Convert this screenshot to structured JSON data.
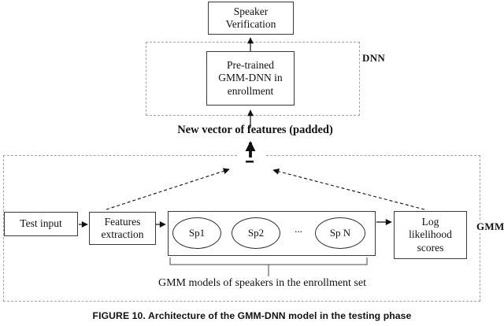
{
  "diagram": {
    "top_box": {
      "lines": [
        "Speaker",
        "Verification"
      ]
    },
    "dnn_group": {
      "label": "DNN",
      "pretrained_box": {
        "lines": [
          "Pre-trained",
          "GMM-DNN in",
          "enrollment"
        ]
      }
    },
    "new_vector_label": "New vector of features (padded)",
    "gmm_group": {
      "label": "GMM",
      "test_input_box": {
        "label": "Test input"
      },
      "features_box": {
        "lines": [
          "Features",
          "extraction"
        ]
      },
      "speakers": {
        "items": [
          "Sp1",
          "Sp2",
          "Sp N"
        ],
        "dots": "...",
        "caption": "GMM models of speakers in the enrollment set"
      },
      "log_box": {
        "lines": [
          "Log",
          "likelihood",
          "scores"
        ]
      }
    },
    "caption": "FIGURE 10. Architecture of the GMM-DNN model in the testing phase",
    "colors": {
      "box_border": "#3a3a3a",
      "dashed_border": "#a3a3a3",
      "arrow": "#111111",
      "text": "#111111",
      "background": "#ffffff"
    }
  }
}
